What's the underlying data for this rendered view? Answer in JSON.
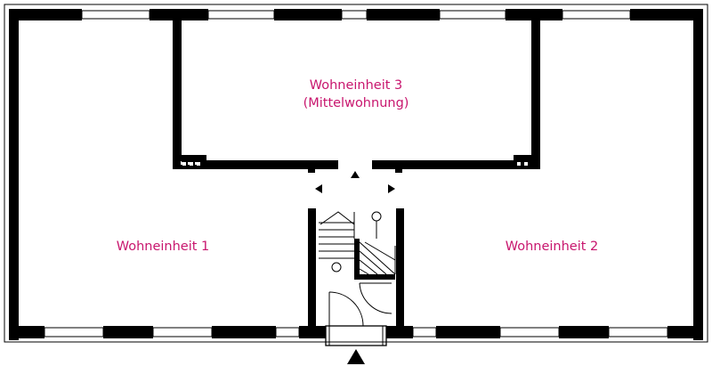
{
  "colors": {
    "label": "#c8166e",
    "wall": "#000000",
    "background": "#ffffff"
  },
  "units": {
    "unit3": {
      "line1": "Wohneinheit 3",
      "line2": "(Mittelwohnung)"
    },
    "unit1": {
      "name": "Wohneinheit 1"
    },
    "unit2": {
      "name": "Wohneinheit 2"
    }
  }
}
